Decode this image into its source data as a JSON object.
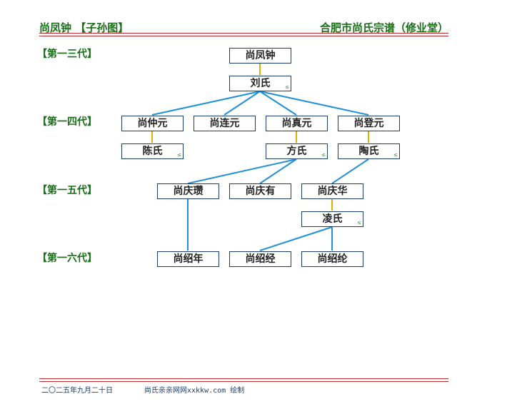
{
  "header": {
    "left_title": "尚凤钟 【子孙图】",
    "right_title": "合肥市尚氏宗谱（修业堂）"
  },
  "generations": [
    "【第一三代】",
    "【第一四代】",
    "【第一五代】",
    "【第一六代】"
  ],
  "people": {
    "root": "尚凤钟",
    "root_spouse": "刘氏",
    "sons": [
      "尚仲元",
      "尚连元",
      "尚真元",
      "尚登元"
    ],
    "son_spouses": [
      "陈氏",
      "方氏",
      "陶氏"
    ],
    "grandsons": [
      "尚庆瓒",
      "尚庆有",
      "尚庆华"
    ],
    "grandson_spouse": "凌氏",
    "great_grandsons": [
      "尚绍年",
      "尚绍经",
      "尚绍纶"
    ]
  },
  "footer": {
    "date": "二〇二五年九月二十日",
    "credit": "尚氏亲亲网网xxkkw.com 绘制"
  },
  "colors": {
    "header_green": "#1a6e1a",
    "rule_red": "#c0282d",
    "box_border": "#1a3c6e",
    "parent_line_blue": "#1e90d8",
    "spouse_line_gold": "#e0b000"
  }
}
